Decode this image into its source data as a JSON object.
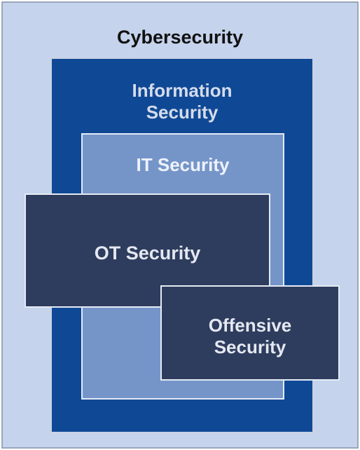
{
  "diagram": {
    "cybersecurity": {
      "label": "Cybersecurity",
      "color": "#c5d3ec"
    },
    "information_security": {
      "lines": [
        "Information",
        "Security"
      ],
      "color": "#0f4996"
    },
    "it_security": {
      "label": "IT Security",
      "color": "#7595c9"
    },
    "ot_security": {
      "label": "OT Security",
      "color": "#2e3c5e"
    },
    "offensive_security": {
      "lines": [
        "Offensive",
        "Security"
      ],
      "color": "#2e3c5e"
    }
  }
}
